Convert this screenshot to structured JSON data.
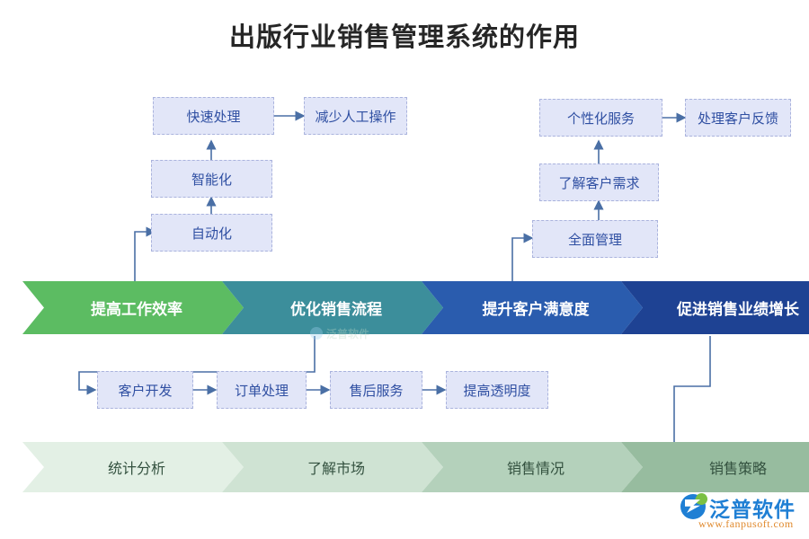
{
  "page": {
    "title": "出版行业销售管理系统的作用",
    "background": "#ffffff"
  },
  "colors": {
    "box_fill": "#e2e6f8",
    "box_border": "#aab3dd",
    "box_text": "#2f4fa2",
    "connector": "#4a6fa5",
    "stage1_green": "#5cbc62",
    "stage2_teal": "#3c8e9b",
    "stage3_blue": "#2a5cae",
    "stage4_navy": "#1e4293",
    "bottom1": "#e3f0e5",
    "bottom2": "#cfe3d3",
    "bottom3": "#b4d1bb",
    "bottom4": "#97bc9f",
    "bottom_text": "#33513f",
    "title_text": "#262626"
  },
  "top_left_branch": {
    "boxes": [
      {
        "label": "快速处理"
      },
      {
        "label": "减少人工操作"
      },
      {
        "label": "智能化"
      },
      {
        "label": "自动化"
      }
    ]
  },
  "top_right_branch": {
    "boxes": [
      {
        "label": "个性化服务"
      },
      {
        "label": "处理客户反馈"
      },
      {
        "label": "了解客户需求"
      },
      {
        "label": "全面管理"
      }
    ]
  },
  "bottom_left_branch": {
    "boxes": [
      {
        "label": "客户开发"
      },
      {
        "label": "订单处理"
      },
      {
        "label": "售后服务"
      },
      {
        "label": "提高透明度"
      }
    ]
  },
  "main_band": {
    "steps": [
      {
        "label": "提高工作效率",
        "color": "#5cbc62"
      },
      {
        "label": "优化销售流程",
        "color": "#3c8e9b"
      },
      {
        "label": "提升客户满意度",
        "color": "#2a5cae"
      },
      {
        "label": "促进销售业绩增长",
        "color": "#1e4293"
      }
    ]
  },
  "bottom_band": {
    "steps": [
      {
        "label": "统计分析",
        "color": "#e3f0e5"
      },
      {
        "label": "了解市场",
        "color": "#cfe3d3"
      },
      {
        "label": "销售情况",
        "color": "#b4d1bb"
      },
      {
        "label": "销售策略",
        "color": "#97bc9f"
      }
    ]
  },
  "logo": {
    "name": "泛普软件",
    "url": "www.fanpusoft.com"
  }
}
